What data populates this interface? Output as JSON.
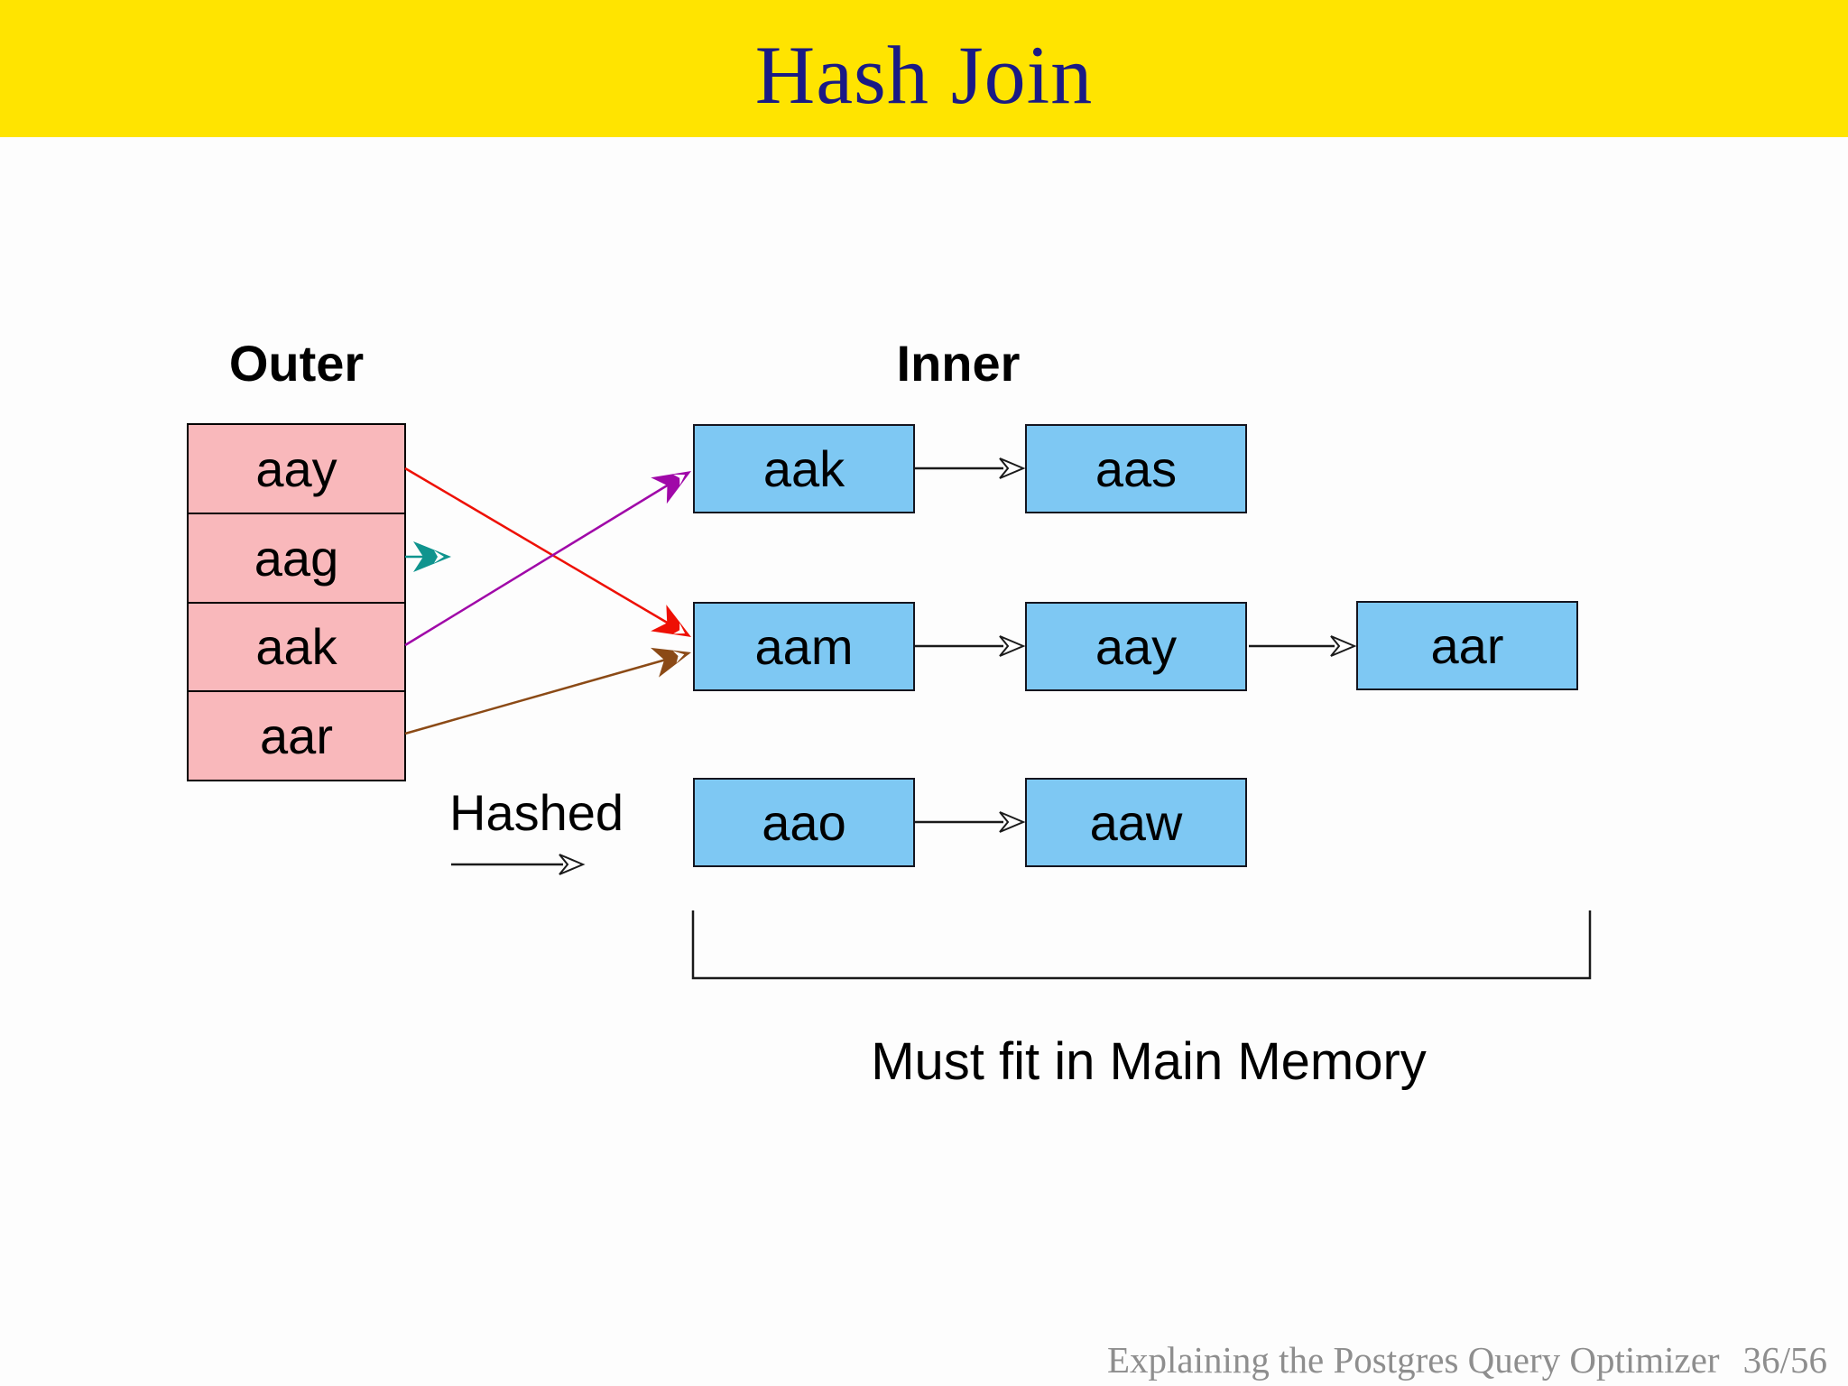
{
  "slide": {
    "title": "Hash Join",
    "footer": {
      "text": "Explaining the Postgres Query Optimizer",
      "page": "36/56"
    }
  },
  "diagram": {
    "outer": {
      "label": "Outer",
      "rows": [
        "aay",
        "aag",
        "aak",
        "aar"
      ]
    },
    "inner": {
      "label": "Inner",
      "rows": [
        {
          "boxes": [
            "aak",
            "aas"
          ]
        },
        {
          "boxes": [
            "aam",
            "aay",
            "aar"
          ]
        },
        {
          "boxes": [
            "aao",
            "aaw"
          ]
        }
      ]
    },
    "hashed_label": "Hashed",
    "memory_note": "Must fit in Main Memory",
    "arrows": {
      "red": "outer aay to inner bucket aam",
      "teal": "outer aag hashed to empty bucket",
      "purple": "outer aak to inner bucket aak",
      "brown": "outer aar to inner bucket aam"
    }
  },
  "colors": {
    "header_bg": "#ffe400",
    "title_text": "#1a1a85",
    "outer_row_bg": "#f9b8bb",
    "inner_box_bg": "#7ec8f3",
    "line_black": "#1a1a1a",
    "arrow_red": "#ee1005",
    "arrow_purple": "#a008a8",
    "arrow_teal": "#0f948e",
    "arrow_brown": "#8b4a16",
    "footer_text_color": "#8e8e8e"
  }
}
